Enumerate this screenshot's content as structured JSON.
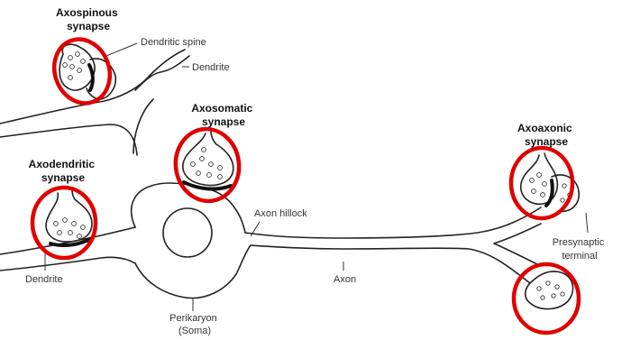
{
  "labels": {
    "axospinous": [
      "Axospinous",
      "synapse"
    ],
    "dendritic_spine": "Dendritic spine",
    "dendrite_top": "Dendrite",
    "axosomatic": [
      "Axosomatic",
      "synapse"
    ],
    "axodendritic": [
      "Axodendritic",
      "synapse"
    ],
    "dendrite_bottom": "Dendrite",
    "axon_hillock": "Axon hillock",
    "axon": "Axon",
    "perikaryon": [
      "Perikaryon",
      "(Soma)"
    ],
    "axoaxonic": [
      "Axoaxonic",
      "synapse"
    ],
    "presynaptic_terminal": [
      "Presynaptic",
      "terminal"
    ]
  },
  "colors": {
    "highlight_ring": "#e00000",
    "outline": "#222222",
    "text": "#333333"
  }
}
